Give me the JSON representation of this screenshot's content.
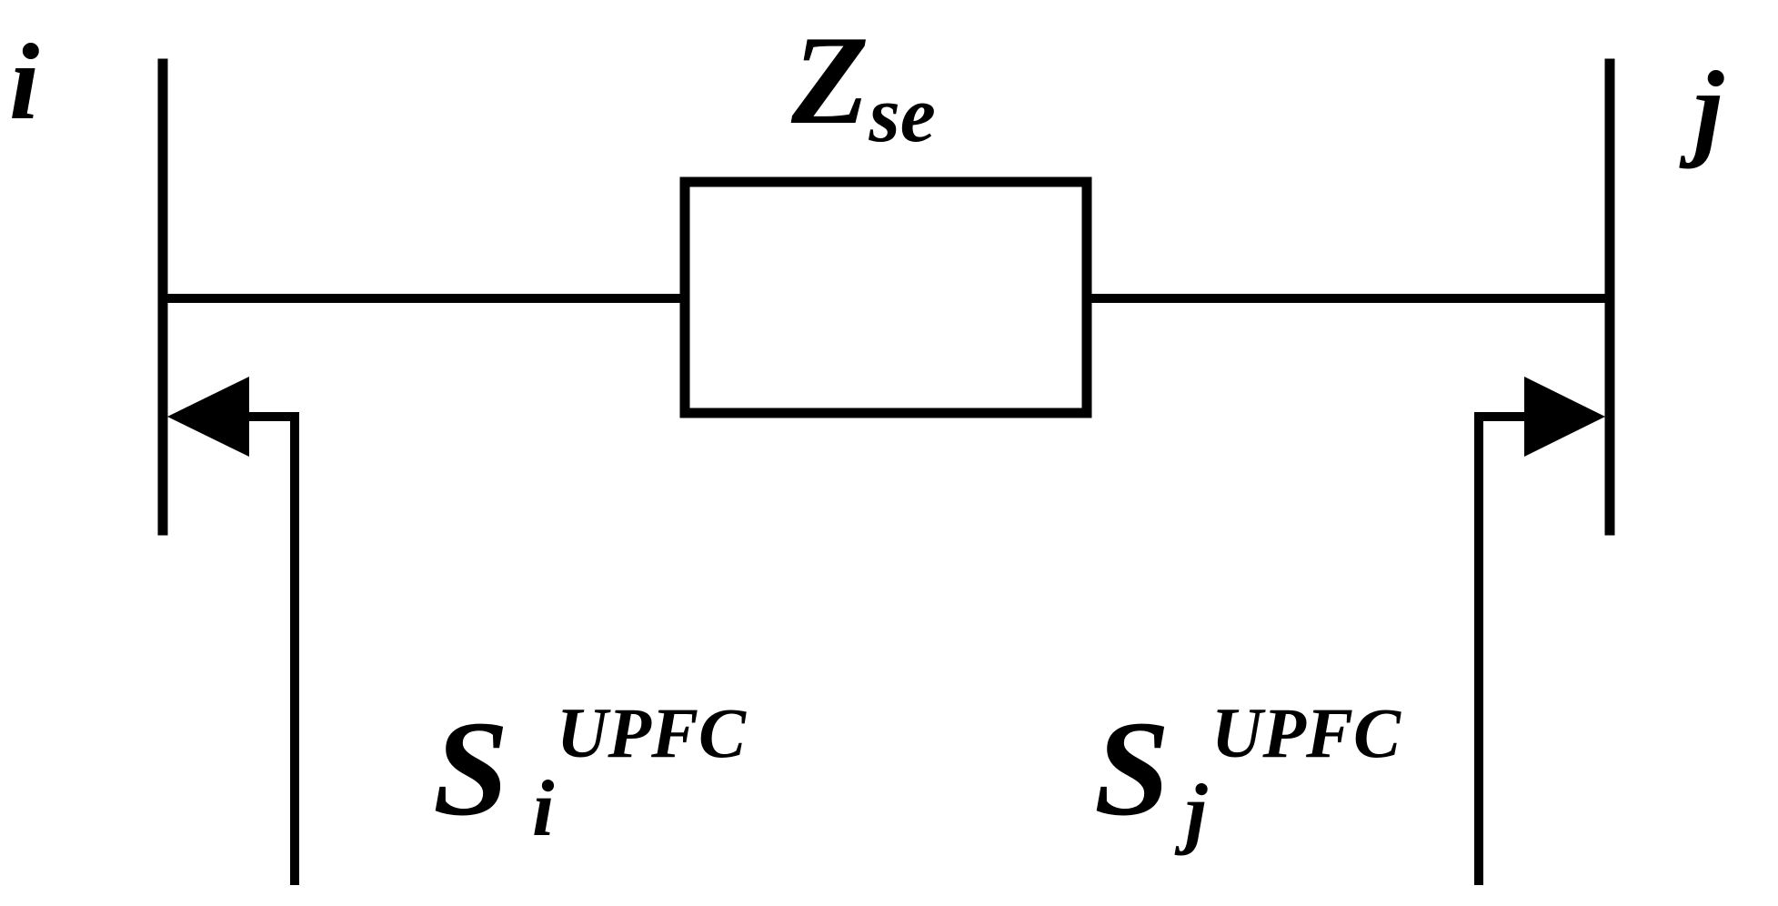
{
  "diagram": {
    "bus_i": "i",
    "bus_j": "j",
    "impedance": {
      "symbol": "Z",
      "subscript": "se"
    },
    "injection_i": {
      "symbol": "S",
      "subscript": "i",
      "superscript": "UPFC"
    },
    "injection_j": {
      "symbol": "S",
      "subscript": "j",
      "superscript": "UPFC"
    }
  },
  "colors": {
    "stroke": "#000000",
    "background": "#ffffff"
  }
}
